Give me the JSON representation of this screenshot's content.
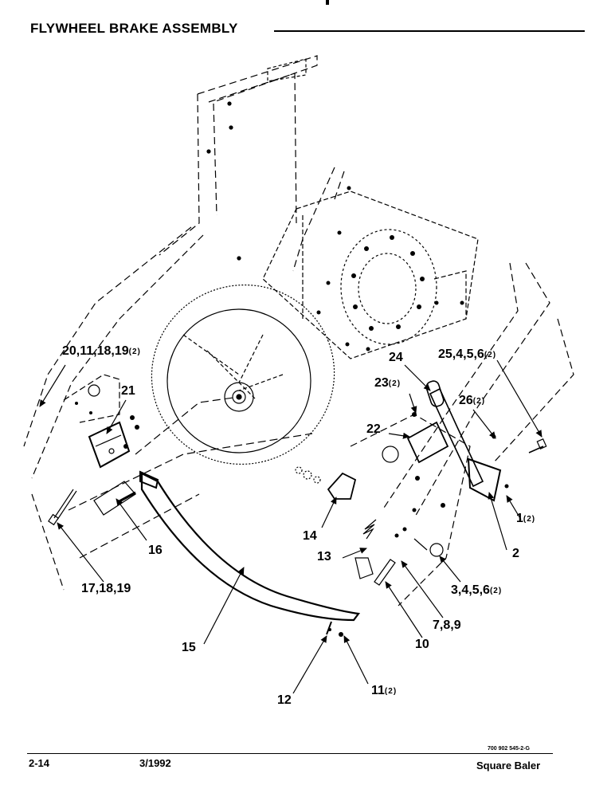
{
  "header": {
    "title": "FLYWHEEL BRAKE ASSEMBLY"
  },
  "callouts": [
    {
      "id": "c1",
      "label": "20,11,18,19",
      "qty": "(2)"
    },
    {
      "id": "c2",
      "label": "21",
      "qty": ""
    },
    {
      "id": "c3",
      "label": "24",
      "qty": ""
    },
    {
      "id": "c4",
      "label": "25,4,5,6",
      "qty": "(2)"
    },
    {
      "id": "c5",
      "label": "23",
      "qty": "(2)"
    },
    {
      "id": "c6",
      "label": "26",
      "qty": "(2)"
    },
    {
      "id": "c7",
      "label": "22",
      "qty": ""
    },
    {
      "id": "c8",
      "label": "14",
      "qty": ""
    },
    {
      "id": "c9",
      "label": "1",
      "qty": "(2)"
    },
    {
      "id": "c10",
      "label": "16",
      "qty": ""
    },
    {
      "id": "c11",
      "label": "13",
      "qty": ""
    },
    {
      "id": "c12",
      "label": "2",
      "qty": ""
    },
    {
      "id": "c13",
      "label": "17,18,19",
      "qty": ""
    },
    {
      "id": "c14",
      "label": "3,4,5,6",
      "qty": "(2)"
    },
    {
      "id": "c15",
      "label": "7,8,9",
      "qty": ""
    },
    {
      "id": "c16",
      "label": "15",
      "qty": ""
    },
    {
      "id": "c17",
      "label": "10",
      "qty": ""
    },
    {
      "id": "c18",
      "label": "12",
      "qty": ""
    },
    {
      "id": "c19",
      "label": "11",
      "qty": "(2)"
    }
  ],
  "footer": {
    "page": "2-14",
    "date": "3/1992",
    "doc_number": "700 902 545-2-G",
    "product": "Square Baler"
  }
}
